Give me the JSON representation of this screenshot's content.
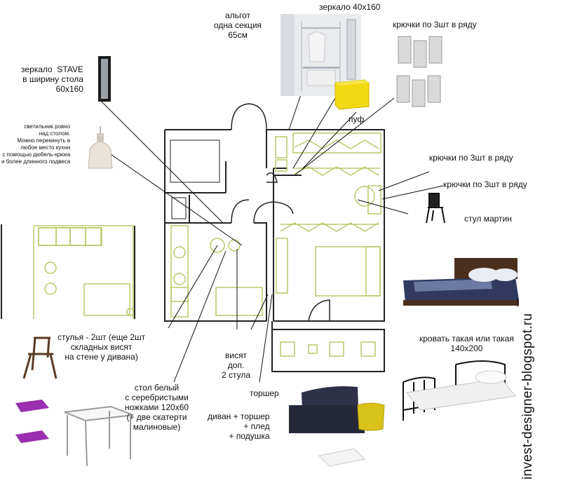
{
  "watermark": "invest-designer-blogspot.ru",
  "colors": {
    "wall": "#222222",
    "furniture": "#b8c86a",
    "line": "#111111",
    "accent_yellow": "#f2da12",
    "accent_purple": "#9a2fb0",
    "sofa": "#2e3147",
    "bed_duvet": "#2f3a5e",
    "wood": "#5a3b25"
  },
  "labels": {
    "mirror_stave": "зеркало  STAVE\nв ширину стола\n60х160",
    "lamp": "светильник ровно\nнад столом.\nМожно перекинуть в\nлюбое место кухни\nс помощью дюбель-крюка\nи более длинного подвеса",
    "algot": "альгот\nодна секция\n65см",
    "mirror_40": "зеркало 40х160",
    "hooks_top": "крючки по 3шт в ряду",
    "pouf": "пуф",
    "hooks_right_1": "крючки по 3шт в ряду",
    "hooks_right_2": "крючки по 3шт в ряду",
    "chair_martin": "стул мартин",
    "chairs": "стулья - 2шт (еще 2шт\nскладных висят\nна стене у дивана)",
    "bed": "кровать такая или такая\n140х200",
    "hang_chairs": "висят\nдоп.\n2 стула",
    "torsher": "торшер",
    "table": "стол белый\nс серебристыми\nножками 120х60\n(+ две скатерти\nмалиновые)",
    "sofa": "диван + торшер\n+ плед\n+ подушка"
  },
  "icons": [
    "mirror-icon",
    "pendant-lamp-icon",
    "wardrobe-icon",
    "wall-hooks-icon",
    "pouf-icon",
    "chair-icon",
    "folding-chair-icon",
    "bed-icon",
    "table-icon",
    "sofa-icon",
    "cushion-icon",
    "blanket-icon",
    "tablecloth-icon"
  ]
}
